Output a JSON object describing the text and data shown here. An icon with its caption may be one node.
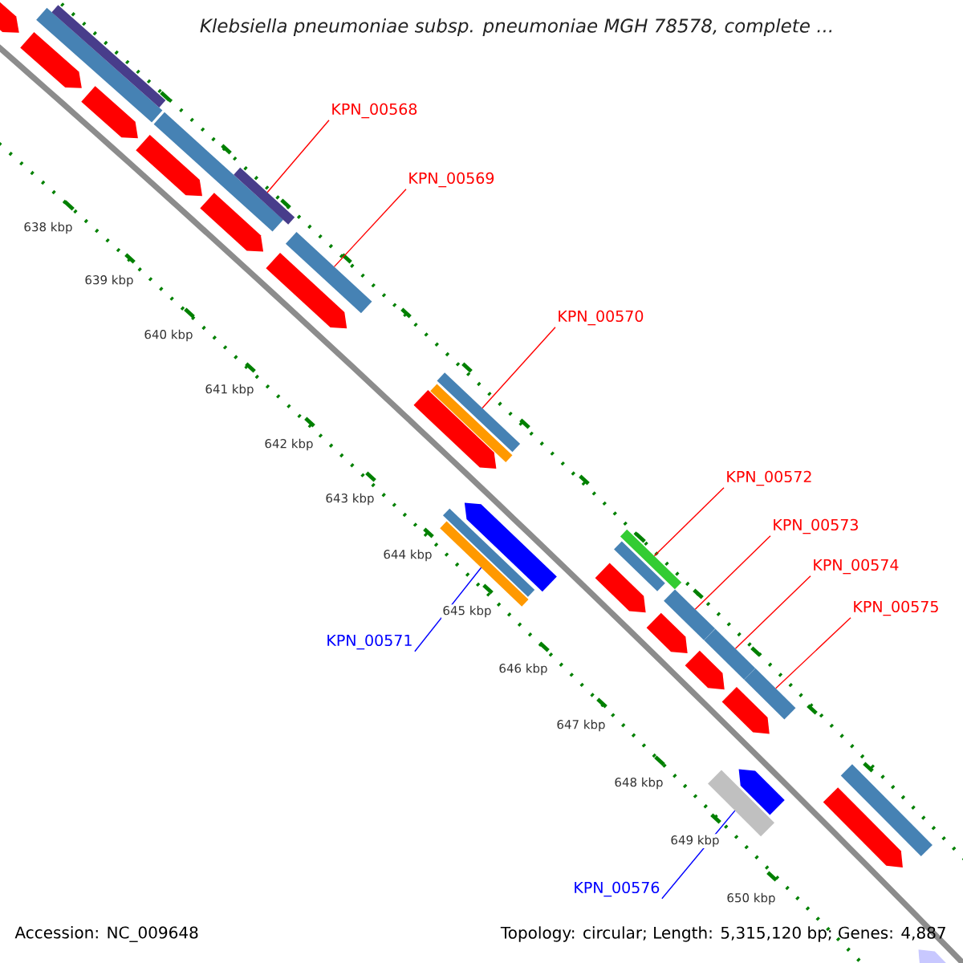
{
  "diagram": {
    "title": "Klebsiella pneumoniae subsp. pneumoniae MGH 78578, complete ...",
    "nodes": [
      {
        "text": [
          "KPN_00568"
        ]
      },
      {
        "text": [
          "KPN_00569"
        ]
      },
      {
        "text": [
          "KPN_00570"
        ]
      },
      {
        "text": [
          "KPN_00572"
        ]
      },
      {
        "text": [
          "KPN_00573"
        ]
      },
      {
        "text": [
          "KPN_00574"
        ]
      },
      {
        "text": [
          "KPN_00575"
        ]
      },
      {
        "text": [
          "KPN_00571"
        ]
      },
      {
        "text": [
          "KPN_00576"
        ]
      },
      {
        "text": [],
        "shape": "arrow"
      },
      {
        "text": [],
        "shape": "arrow"
      },
      {
        "text": [],
        "shape": "bar"
      },
      {
        "text": [],
        "shape": "bar"
      },
      {
        "text": [],
        "shape": "arrow"
      },
      {
        "text": [],
        "shape": "arrow"
      },
      {
        "text": [],
        "shape": "bar"
      },
      {
        "text": [],
        "shape": "arrow"
      },
      {
        "text": [],
        "shape": "bar"
      },
      {
        "text": [],
        "shape": "arrow"
      },
      {
        "text": [],
        "shape": "bar"
      },
      {
        "text": [],
        "shape": "arrow"
      },
      {
        "text": [],
        "shape": "bar"
      },
      {
        "text": [],
        "shape": "bar"
      },
      {
        "text": [],
        "shape": "bar"
      },
      {
        "text": [],
        "shape": "bar"
      },
      {
        "text": [],
        "shape": "arrow"
      },
      {
        "text": [],
        "shape": "bar"
      },
      {
        "text": [],
        "shape": "arrow"
      },
      {
        "text": [],
        "shape": "bar"
      },
      {
        "text": [],
        "shape": "arrow"
      },
      {
        "text": [],
        "shape": "bar"
      },
      {
        "text": [],
        "shape": "arrow"
      },
      {
        "text": [],
        "shape": "bar"
      },
      {
        "text": [],
        "shape": "arrow"
      },
      {
        "text": [],
        "shape": "bar"
      },
      {
        "text": [],
        "shape": "bar"
      },
      {
        "text": [],
        "shape": "arrow"
      },
      {
        "text": [],
        "shape": "arrow"
      },
      {
        "text": [],
        "shape": "bar"
      },
      {
        "text": [],
        "shape": "arrow"
      }
    ],
    "edges": [
      {
        "from": 0,
        "to": 17,
        "arrow": "none"
      },
      {
        "from": 1,
        "to": 19,
        "arrow": "none"
      },
      {
        "from": 2,
        "to": 21,
        "arrow": "none"
      },
      {
        "from": 3,
        "to": 26,
        "arrow": "none"
      },
      {
        "from": 4,
        "to": 30,
        "arrow": "none"
      },
      {
        "from": 5,
        "to": 32,
        "arrow": "none"
      },
      {
        "from": 6,
        "to": 34,
        "arrow": "none"
      },
      {
        "from": 7,
        "to": 24,
        "arrow": "none",
        "color": "#0000ff"
      },
      {
        "from": 8,
        "to": 35,
        "arrow": "none",
        "color": "#0000ff"
      }
    ],
    "labels": [
      "638 kbp",
      "639 kbp",
      "640 kbp",
      "641 kbp",
      "642 kbp",
      "643 kbp",
      "644 kbp",
      "645 kbp",
      "646 kbp",
      "647 kbp",
      "648 kbp",
      "649 kbp",
      "650 kbp",
      "Accession: NC_009648",
      "Topology: circular; Length: 5,315,120 bp; Genes: 4,887"
    ]
  }
}
